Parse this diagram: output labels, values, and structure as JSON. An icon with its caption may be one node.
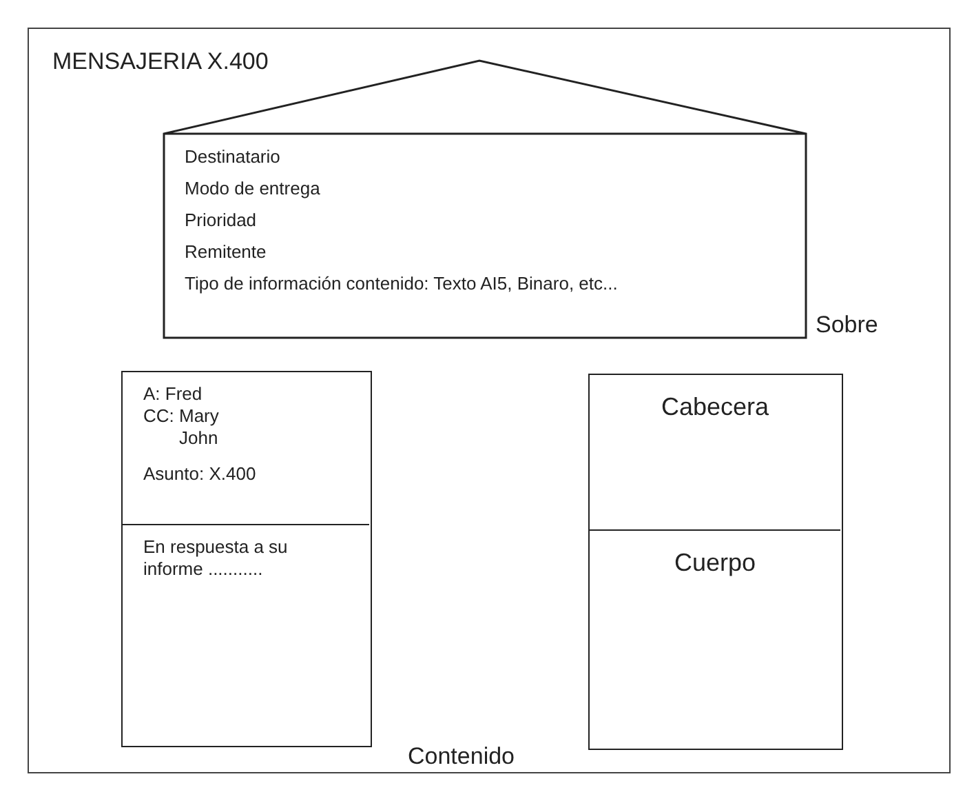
{
  "diagram": {
    "title": "MENSAJERIA X.400",
    "nodes": [
      {
        "text": [
          "Destinatario",
          "Modo de entrega",
          "Prioridad",
          "Remitente",
          "Tipo de información contenido: Texto AI5, Binaro, etc..."
        ],
        "beside": [
          "Sobre"
        ]
      },
      {
        "text": [],
        "shape": "box"
      },
      {
        "text": [
          "A: Fred",
          "CC: Mary",
          "John",
          "Asunto: X.400"
        ],
        "in": 1
      },
      {
        "text": [
          "En respuesta a su informe ..........."
        ],
        "in": 1
      },
      {
        "text": [],
        "shape": "box"
      },
      {
        "text": [
          "Cabecera"
        ],
        "in": 4
      },
      {
        "text": [
          "Cuerpo"
        ],
        "in": 4
      }
    ],
    "edges": [],
    "labels": [
      "Contenido"
    ]
  }
}
